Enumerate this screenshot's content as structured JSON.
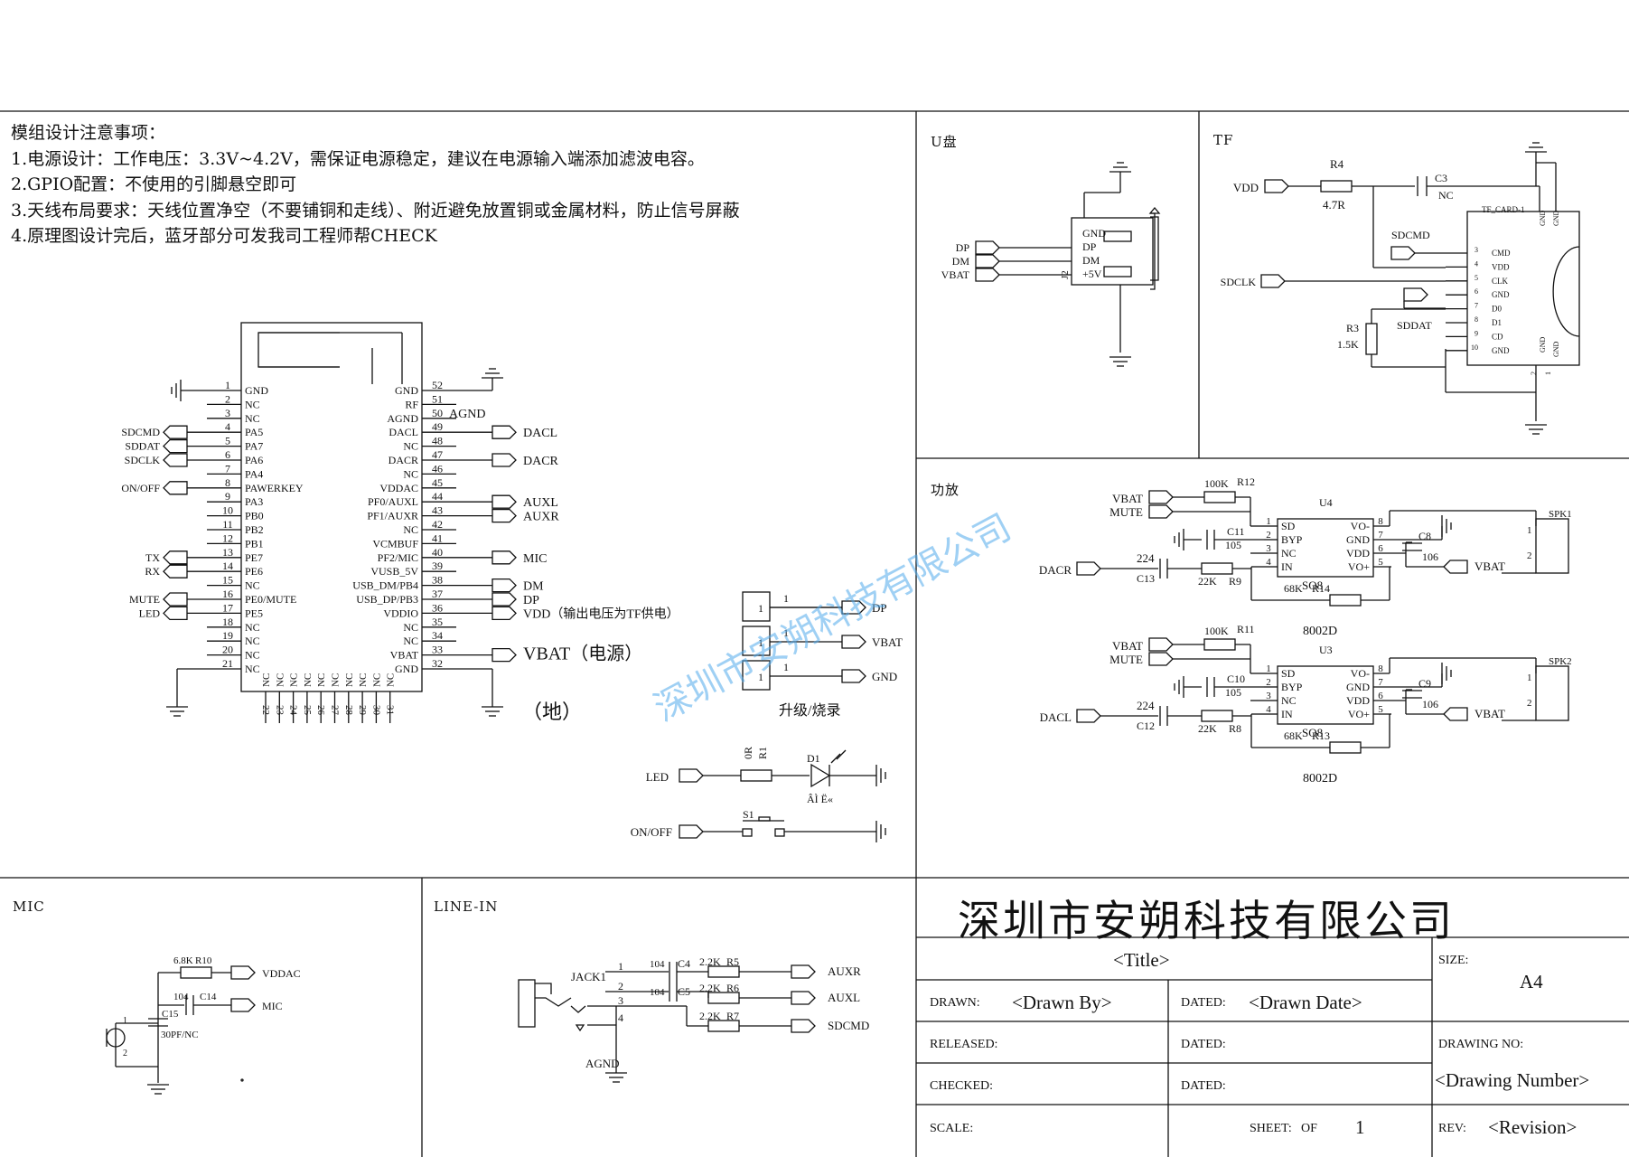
{
  "notes": {
    "title": "模组设计注意事项：",
    "items": [
      "1.电源设计：工作电压：3.3V~4.2V，需保证电源稳定，建议在电源输入端添加滤波电容。",
      "2.GPIO配置：不使用的引脚悬空即可",
      "3.天线布局要求：天线位置净空（不要铺铜和走线）、附近避免放置铜或金属材料，防止信号屏蔽",
      "4.原理图设计完后，蓝牙部分可发我司工程师帮CHECK"
    ]
  },
  "module": {
    "left_pins": [
      {
        "num": "1",
        "name": "GND",
        "net": ""
      },
      {
        "num": "2",
        "name": "NC",
        "net": ""
      },
      {
        "num": "3",
        "name": "NC",
        "net": ""
      },
      {
        "num": "4",
        "name": "PA5",
        "net": "SDCMD"
      },
      {
        "num": "5",
        "name": "PA7",
        "net": "SDDAT"
      },
      {
        "num": "6",
        "name": "PA6",
        "net": "SDCLK"
      },
      {
        "num": "7",
        "name": "PA4",
        "net": ""
      },
      {
        "num": "8",
        "name": "PAWERKEY",
        "net": "ON/OFF"
      },
      {
        "num": "9",
        "name": "PA3",
        "net": ""
      },
      {
        "num": "10",
        "name": "PB0",
        "net": ""
      },
      {
        "num": "11",
        "name": "PB2",
        "net": ""
      },
      {
        "num": "12",
        "name": "PB1",
        "net": ""
      },
      {
        "num": "13",
        "name": "PE7",
        "net": "TX"
      },
      {
        "num": "14",
        "name": "PE6",
        "net": "RX"
      },
      {
        "num": "15",
        "name": "NC",
        "net": ""
      },
      {
        "num": "16",
        "name": "PE0/MUTE",
        "net": "MUTE"
      },
      {
        "num": "17",
        "name": "PE5",
        "net": "LED"
      },
      {
        "num": "18",
        "name": "NC",
        "net": ""
      },
      {
        "num": "19",
        "name": "NC",
        "net": ""
      },
      {
        "num": "20",
        "name": "NC",
        "net": ""
      },
      {
        "num": "21",
        "name": "NC",
        "net": ""
      }
    ],
    "right_pins": [
      {
        "num": "52",
        "name": "GND",
        "net": ""
      },
      {
        "num": "51",
        "name": "RF",
        "net": ""
      },
      {
        "num": "50",
        "name": "AGND",
        "net": ""
      },
      {
        "num": "49",
        "name": "DACL",
        "net": "DACL"
      },
      {
        "num": "48",
        "name": "NC",
        "net": ""
      },
      {
        "num": "47",
        "name": "DACR",
        "net": "DACR"
      },
      {
        "num": "46",
        "name": "NC",
        "net": ""
      },
      {
        "num": "45",
        "name": "VDDAC",
        "net": ""
      },
      {
        "num": "44",
        "name": "PF0/AUXL",
        "net": "AUXL"
      },
      {
        "num": "43",
        "name": "PF1/AUXR",
        "net": "AUXR"
      },
      {
        "num": "42",
        "name": "NC",
        "net": ""
      },
      {
        "num": "41",
        "name": "VCMBUF",
        "net": ""
      },
      {
        "num": "40",
        "name": "PF2/MIC",
        "net": "MIC"
      },
      {
        "num": "39",
        "name": "VUSB_5V",
        "net": ""
      },
      {
        "num": "38",
        "name": "USB_DM/PB4",
        "net": "DM"
      },
      {
        "num": "37",
        "name": "USB_DP/PB3",
        "net": "DP"
      },
      {
        "num": "36",
        "name": "VDDIO",
        "net": "VDD（输出电压为TF供电）"
      },
      {
        "num": "35",
        "name": "NC",
        "net": ""
      },
      {
        "num": "34",
        "name": "NC",
        "net": ""
      },
      {
        "num": "33",
        "name": "VBAT",
        "net": "VBAT（电源）"
      },
      {
        "num": "32",
        "name": "GND",
        "net": ""
      }
    ],
    "bottom_pins": [
      "22",
      "23",
      "24",
      "25",
      "26",
      "27",
      "28",
      "29",
      "30",
      "31"
    ],
    "bottom_name": "NC",
    "agnd_label": "AGND",
    "ground_note": "（地）"
  },
  "upgrade": {
    "pins": [
      {
        "num": "1",
        "net": "DP"
      },
      {
        "num": "1",
        "net": "VBAT"
      },
      {
        "num": "1",
        "net": "GND"
      }
    ],
    "label": "升级/烧录"
  },
  "led": {
    "net": "LED",
    "r_value": "0R",
    "r_ref": "R1",
    "d_ref": "D1",
    "d_text": "ÂÌ Ë«"
  },
  "switch": {
    "net": "ON/OFF",
    "ref": "S1"
  },
  "usb": {
    "section_title": "U盘",
    "nets": [
      "DP",
      "DM",
      "VBAT"
    ],
    "pins": [
      "GND",
      "DP",
      "DM",
      "+5V"
    ],
    "ref": "J2"
  },
  "tf": {
    "section_title": "TF",
    "vdd": "VDD",
    "r4_ref": "R4",
    "r4_val": "4.7R",
    "c3_ref": "C3",
    "c3_val": "NC",
    "sdcmd": "SDCMD",
    "sdclk": "SDCLK",
    "sddat": "SDDAT",
    "r3_ref": "R3",
    "r3_val": "1.5K",
    "card_name": "TF_CARD-1",
    "card_pins": [
      "CMD",
      "VDD",
      "CLK",
      "GND",
      "D0",
      "D1",
      "CD",
      "GND"
    ],
    "card_pin_nums": [
      "3",
      "4",
      "5",
      "6",
      "7",
      "8",
      "9",
      "10"
    ],
    "gnd_labels": [
      "GND",
      "GND",
      "GND",
      "GND"
    ]
  },
  "amp": {
    "section_title": "功放",
    "blocks": [
      {
        "in_nets": [
          "VBAT",
          "MUTE"
        ],
        "input": "DACR",
        "r_top_val": "100K",
        "r_top_ref": "R12",
        "c_in_ref": "C13",
        "c_in_val": "224",
        "r_in_val": "22K",
        "r_in_ref": "R9",
        "c_byp_ref": "C11",
        "c_byp_val": "105",
        "r_fb_val": "68K",
        "r_fb_ref": "R14",
        "c_out_ref": "C8",
        "c_out_val": "106",
        "ic_ref": "U4",
        "pkg": "SO8",
        "part": "8002D",
        "spk": "SPK1",
        "vbat": "VBAT"
      },
      {
        "in_nets": [
          "VBAT",
          "MUTE"
        ],
        "input": "DACL",
        "r_top_val": "100K",
        "r_top_ref": "R11",
        "c_in_ref": "C12",
        "c_in_val": "224",
        "r_in_val": "22K",
        "r_in_ref": "R8",
        "c_byp_ref": "C10",
        "c_byp_val": "105",
        "r_fb_val": "68K",
        "r_fb_ref": "R13",
        "c_out_ref": "C9",
        "c_out_val": "106",
        "ic_ref": "U3",
        "pkg": "SO8",
        "part": "8002D",
        "spk": "SPK2",
        "vbat": "VBAT"
      }
    ],
    "ic_left": [
      "SD",
      "BYP",
      "NC",
      "IN"
    ],
    "ic_right": [
      "VO-",
      "GND",
      "VDD",
      "VO+"
    ],
    "ic_left_nums": [
      "1",
      "2",
      "3",
      "4"
    ],
    "ic_right_nums": [
      "8",
      "7",
      "6",
      "5"
    ]
  },
  "mic": {
    "section_title": "MIC",
    "r_val": "6.8K",
    "r_ref": "R10",
    "vddac": "VDDAC",
    "c14_val": "104",
    "c14_ref": "C14",
    "c15_ref": "C15",
    "c15_val": "30PF/NC",
    "mic_net": "MIC",
    "pin1": "1",
    "pin2": "2"
  },
  "linein": {
    "section_title": "LINE-IN",
    "jack": "JACK1",
    "jack_pins": [
      "1",
      "2",
      "3",
      "4"
    ],
    "caps": [
      {
        "val": "104",
        "ref": "C4"
      },
      {
        "val": "104",
        "ref": "C5"
      }
    ],
    "res": [
      {
        "val": "2.2K",
        "ref": "R5"
      },
      {
        "val": "2.2K",
        "ref": "R6"
      },
      {
        "val": "2.2K",
        "ref": "R7"
      }
    ],
    "nets": [
      "AUXR",
      "AUXL",
      "SDCMD"
    ],
    "agnd": "AGND"
  },
  "titleblock": {
    "company": "深圳市安朔科技有限公司",
    "title": "<Title>",
    "size_label": "SIZE:",
    "size": "A4",
    "drawn_label": "DRAWN:",
    "drawn": "<Drawn By>",
    "dated_label": "DATED:",
    "drawn_date": "<Drawn Date>",
    "released_label": "RELEASED:",
    "drawing_no_label": "DRAWING NO:",
    "drawing_no": "<Drawing Number>",
    "checked_label": "CHECKED:",
    "scale_label": "SCALE:",
    "sheet_label": "SHEET:",
    "sheet_of": "OF",
    "sheet": "1",
    "rev_label": "REV:",
    "rev": "<Revision>"
  },
  "watermark": "深圳市安朔科技有限公司"
}
